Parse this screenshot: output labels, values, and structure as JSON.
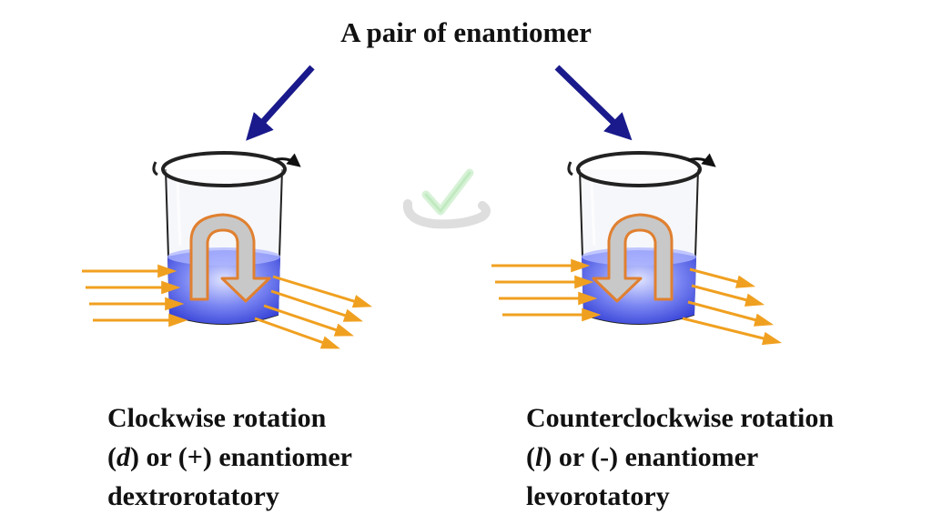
{
  "title": "A pair of enantiomer",
  "left": {
    "line1": "Clockwise rotation",
    "line2_open": "(",
    "line2_symbol": "d",
    "line2_rest": ") or (+) enantiomer",
    "line3": "dextrorotatory"
  },
  "right": {
    "line1": "Counterclockwise rotation",
    "line2_open": "(",
    "line2_symbol": "l",
    "line2_rest": ") or (-) enantiomer",
    "line3": "levorotatory"
  },
  "colors": {
    "pointer_arrow": "#1a1a8c",
    "light_ray": "#f0a020",
    "solution": "#5566ee",
    "rotation_arrow_fill": "#c8c8c8",
    "rotation_arrow_stroke": "#e08030"
  },
  "icons": [
    "beaker-icon",
    "rotation-arrow-icon",
    "light-ray-arrow",
    "checkmark-watermark-icon"
  ]
}
